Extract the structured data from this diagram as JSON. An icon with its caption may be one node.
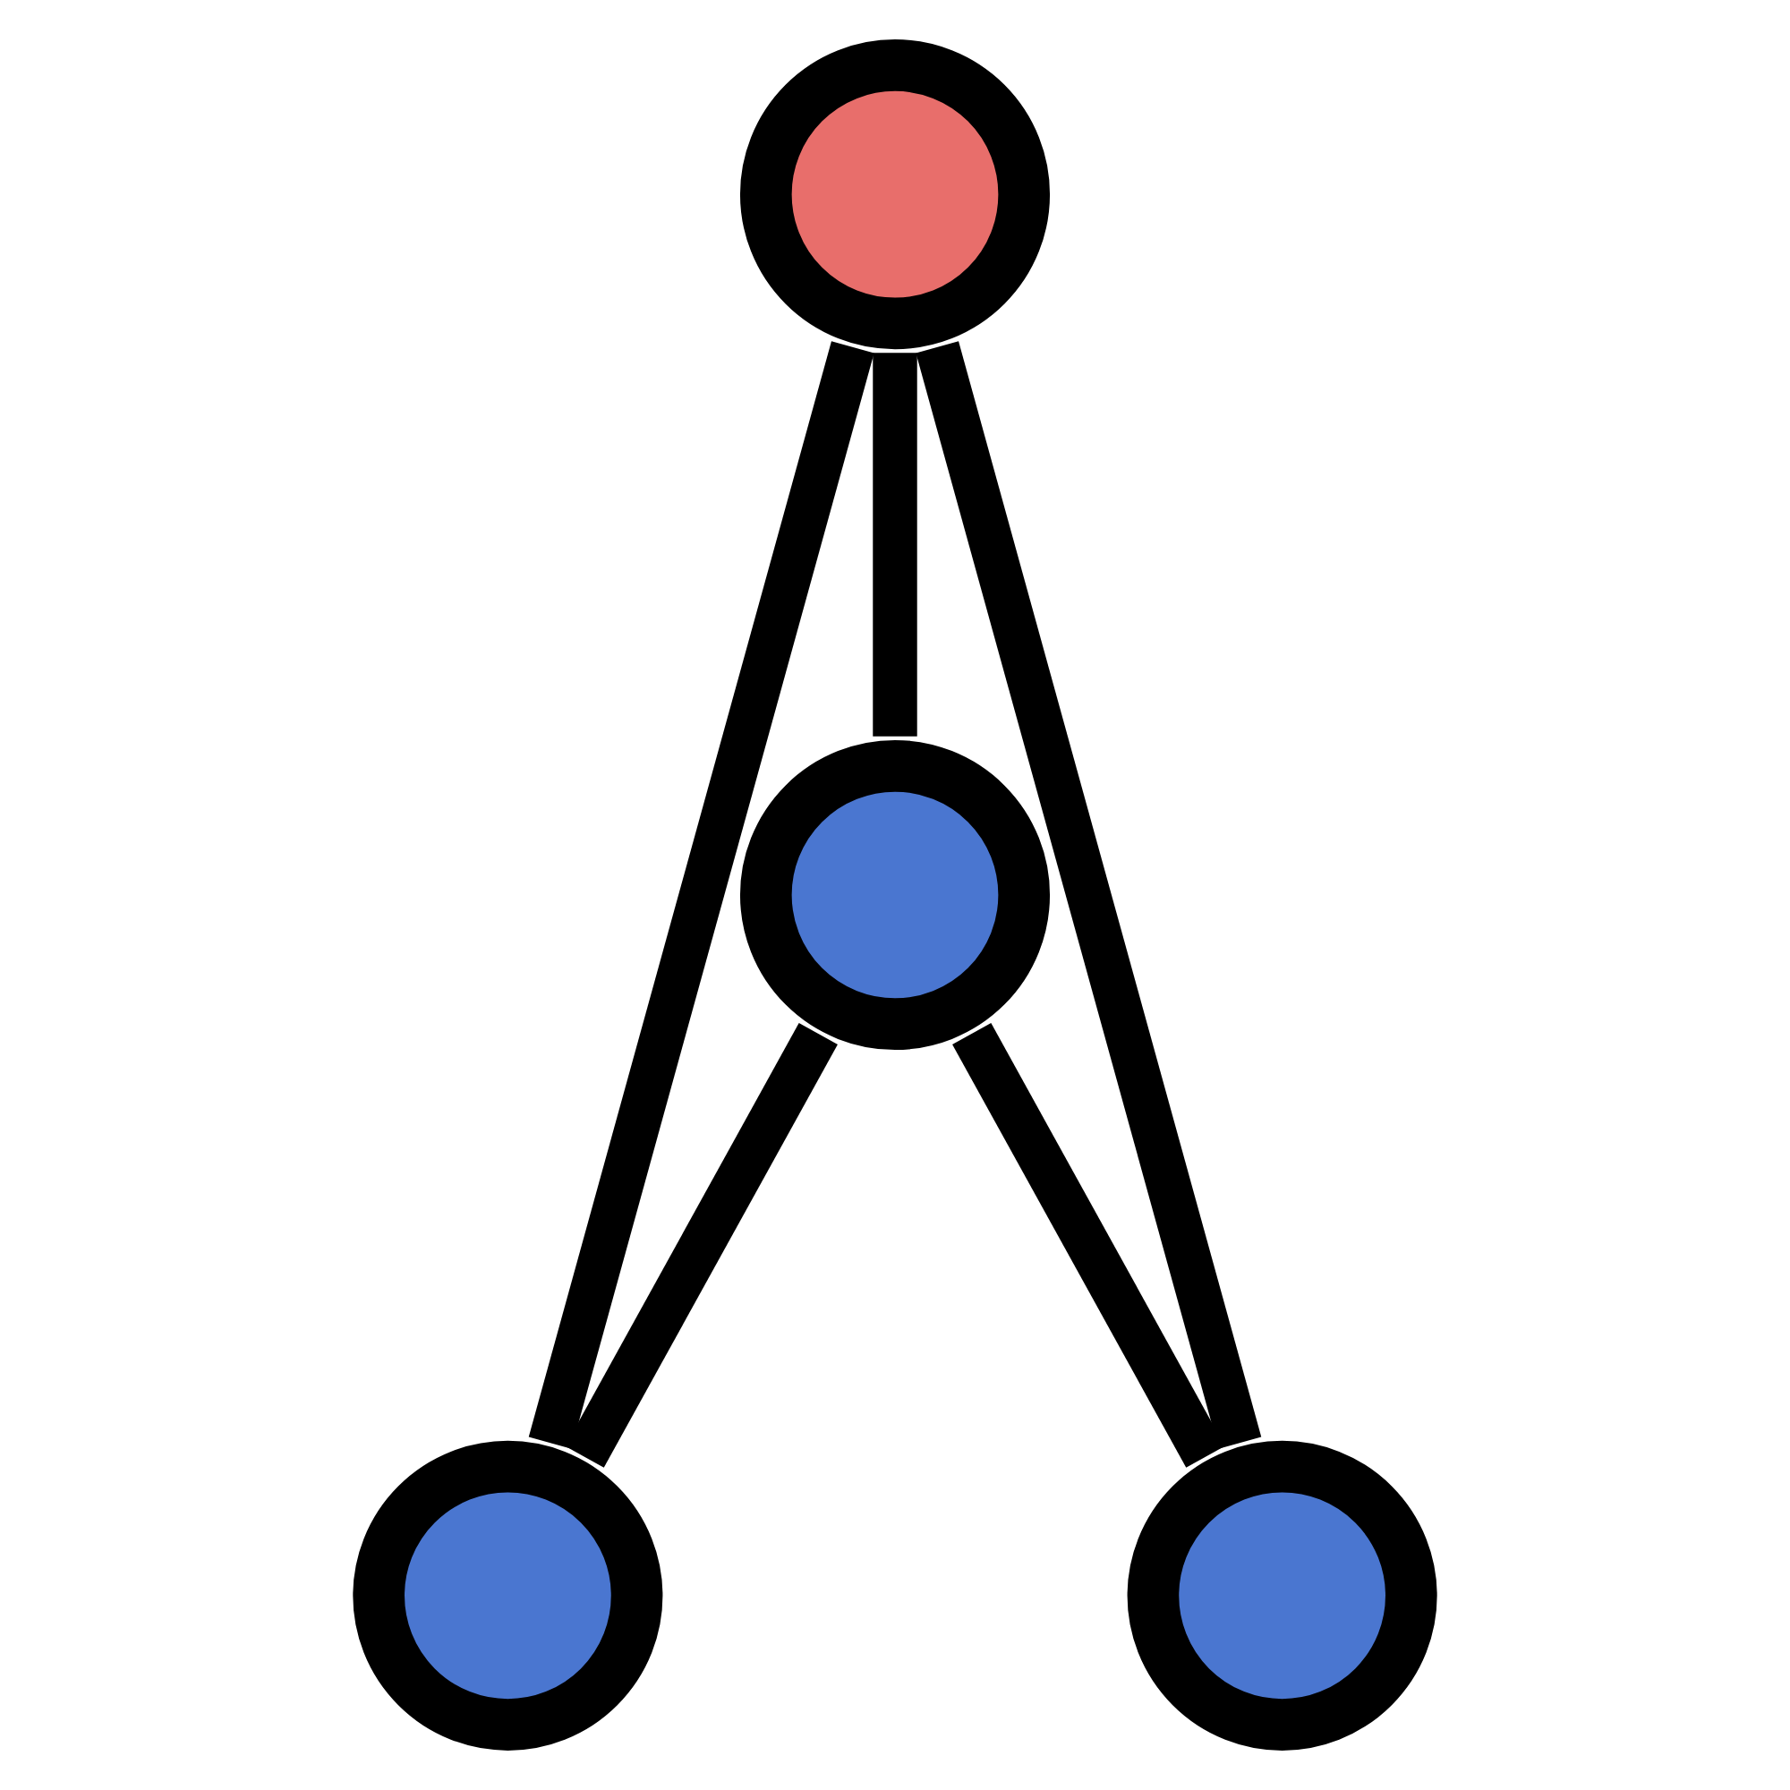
{
  "diagram": {
    "nodes": [
      {
        "text": [],
        "shape": "circle"
      },
      {
        "text": [],
        "shape": "circle"
      },
      {
        "text": [],
        "shape": "circle"
      },
      {
        "text": [],
        "shape": "circle"
      }
    ],
    "edges": [
      {
        "from": 0,
        "to": 1,
        "arrow": "none"
      },
      {
        "from": 0,
        "to": 2,
        "arrow": "none"
      },
      {
        "from": 0,
        "to": 3,
        "arrow": "none"
      },
      {
        "from": 2,
        "to": 1,
        "arrow": "none"
      },
      {
        "from": 2,
        "to": 3,
        "arrow": "none"
      }
    ]
  }
}
